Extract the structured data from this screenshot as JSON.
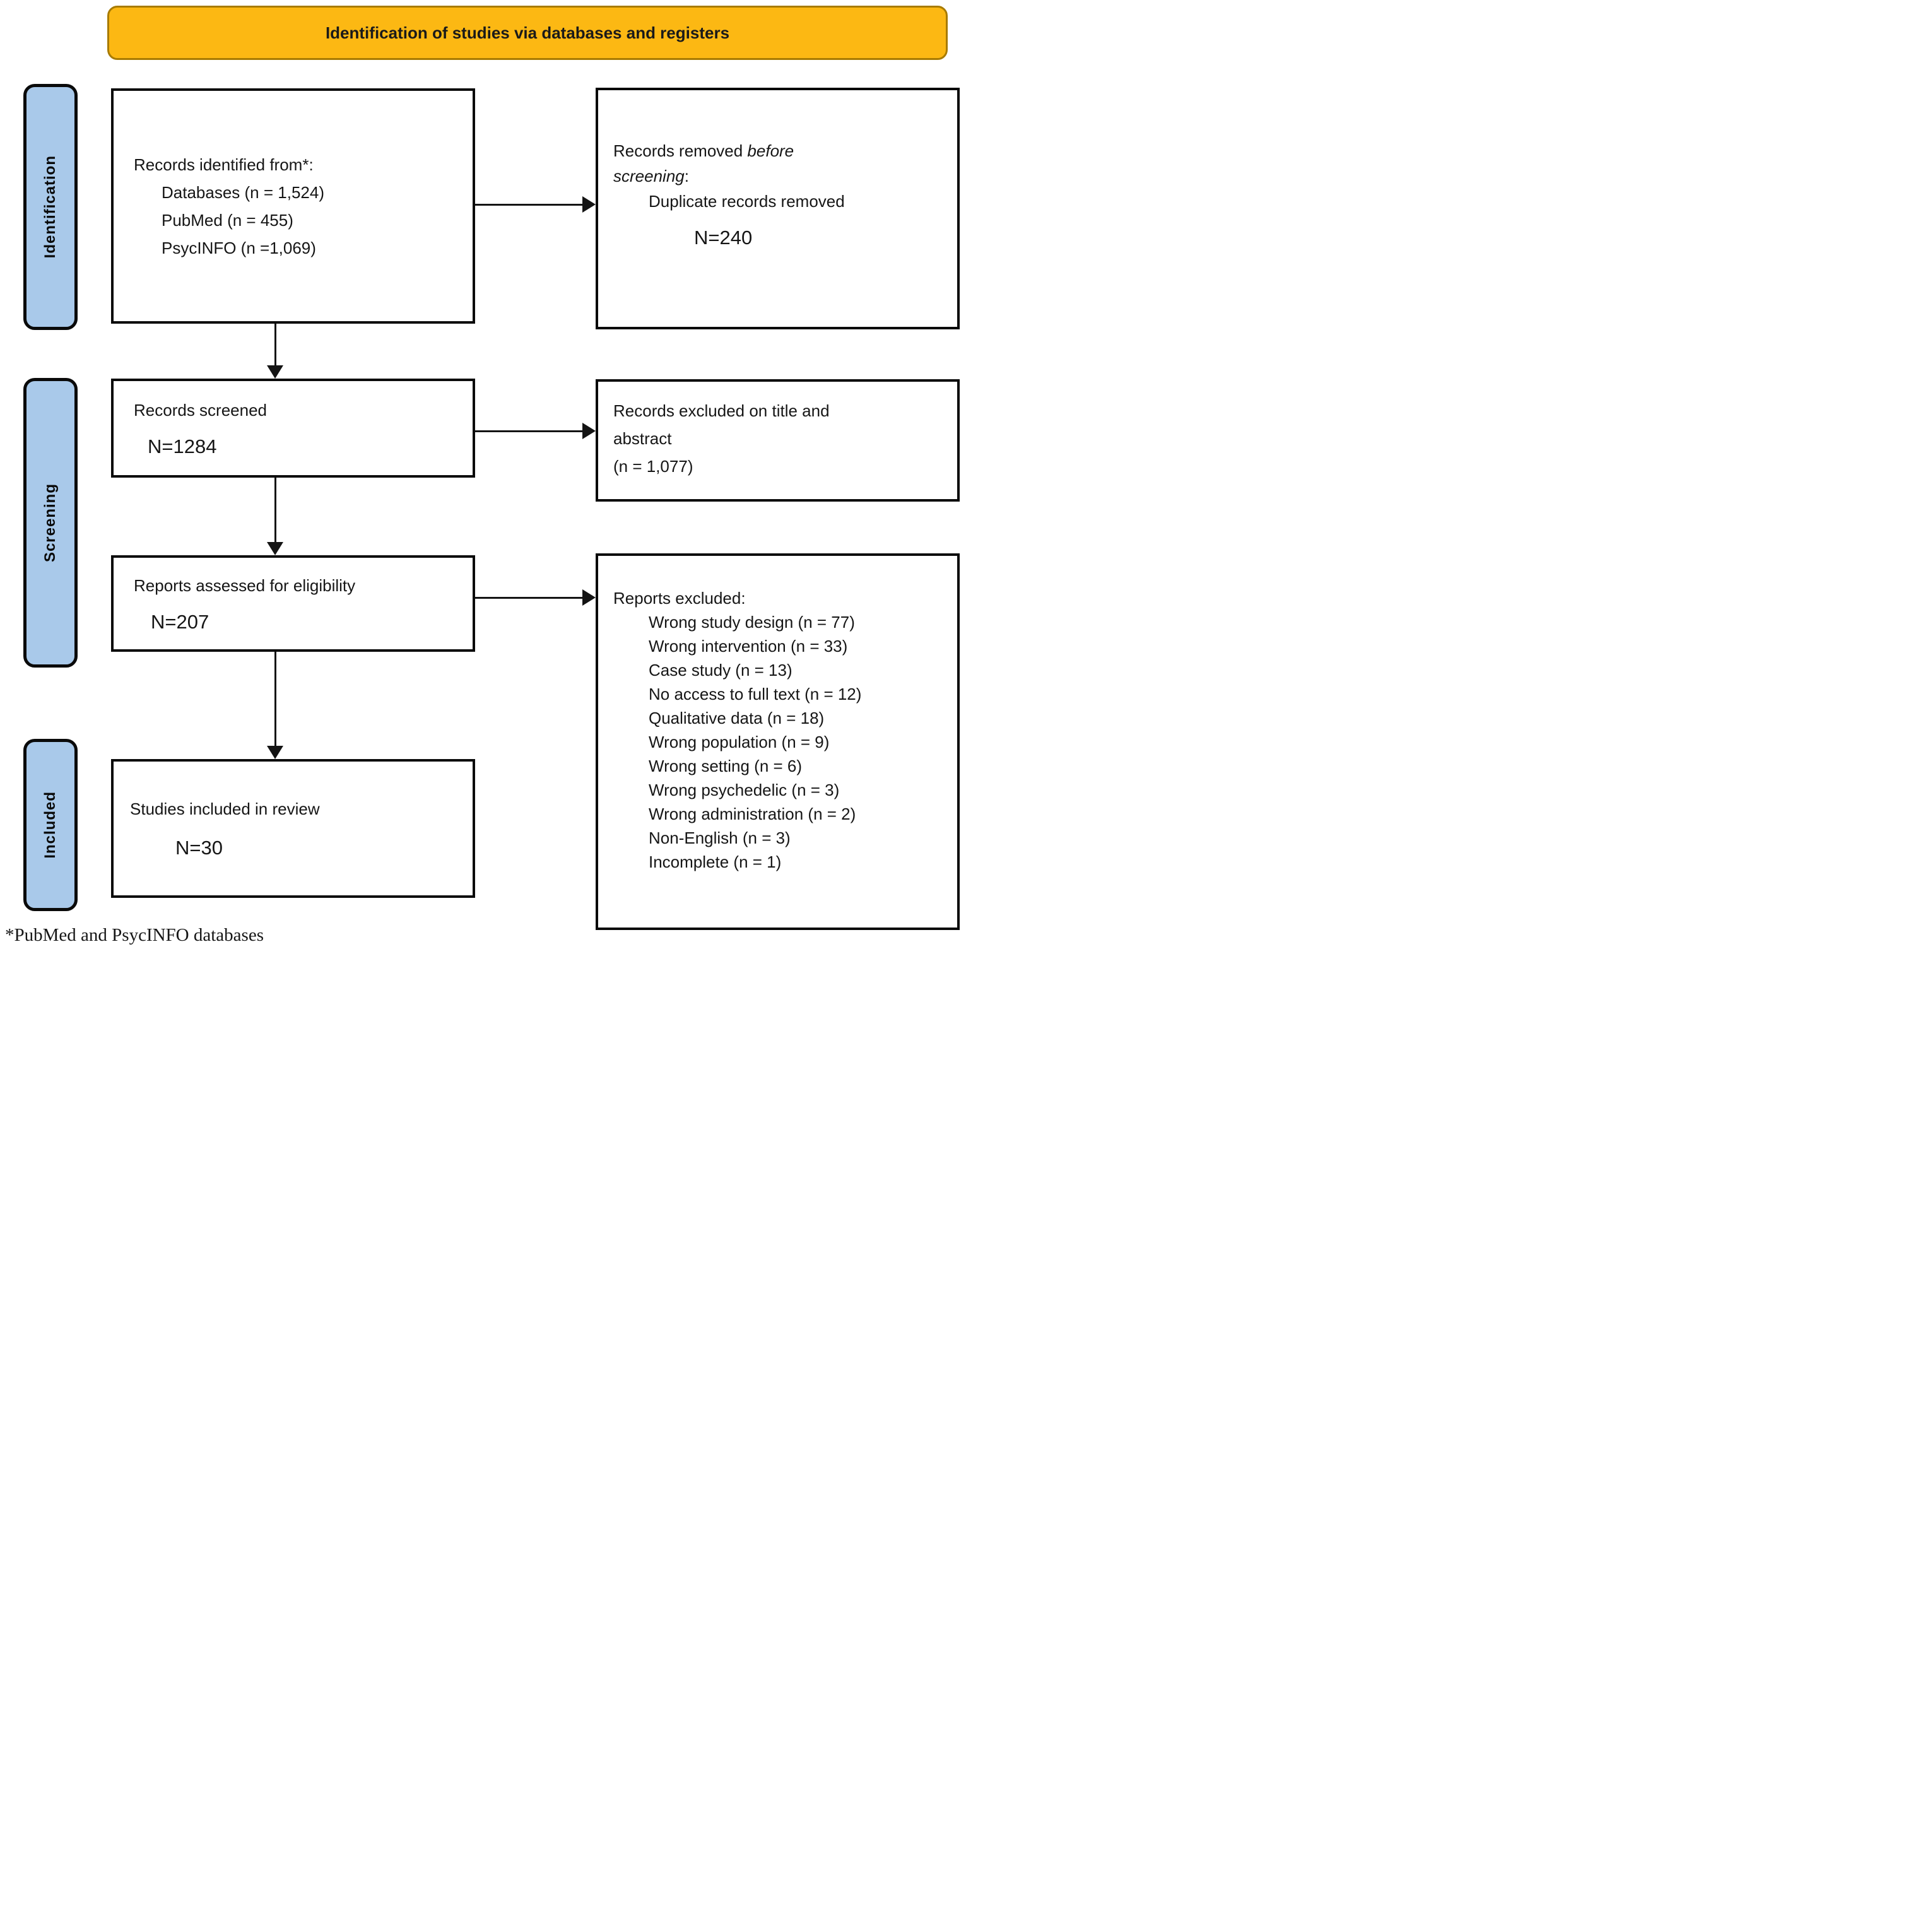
{
  "banner": {
    "title": "Identification of studies via databases and registers"
  },
  "sidebar": {
    "identification": "Identification",
    "screening": "Screening",
    "included": "Included"
  },
  "boxes": {
    "records_identified": {
      "title": "Records identified from*:",
      "items": [
        "Databases (n = 1,524)",
        "PubMed (n = 455)",
        "PsycINFO (n =1,069)"
      ]
    },
    "records_removed": {
      "line1_normal": "Records removed ",
      "line1_italic": "before",
      "line2_italic": "screening",
      "line2_normal": ":",
      "detail": "Duplicate records removed",
      "count": "N=240"
    },
    "records_screened": {
      "title": "Records screened",
      "count": "N=1284"
    },
    "records_excluded": {
      "line1": "Records excluded on title and",
      "line2": "abstract",
      "line3": "(n = 1,077)"
    },
    "reports_assessed": {
      "title": "Reports assessed for eligibility",
      "count": "N=207"
    },
    "reports_excluded": {
      "title": "Reports excluded:",
      "items": [
        "Wrong study design (n = 77)",
        "Wrong intervention (n = 33)",
        "Case study (n = 13)",
        "No access to full text (n = 12)",
        "Qualitative data (n = 18)",
        "Wrong population (n = 9)",
        "Wrong setting (n = 6)",
        "Wrong psychedelic (n = 3)",
        "Wrong administration (n = 2)",
        "Non-English (n = 3)",
        "Incomplete (n = 1)"
      ]
    },
    "studies_included": {
      "title": "Studies included in review",
      "count": "N=30"
    }
  },
  "footnote": "*PubMed and PsycINFO databases",
  "colors": {
    "banner_fill": "#FCB813",
    "banner_border": "#A87B00",
    "stage_fill": "#A9C9EA",
    "box_border": "#0A0A0A"
  }
}
